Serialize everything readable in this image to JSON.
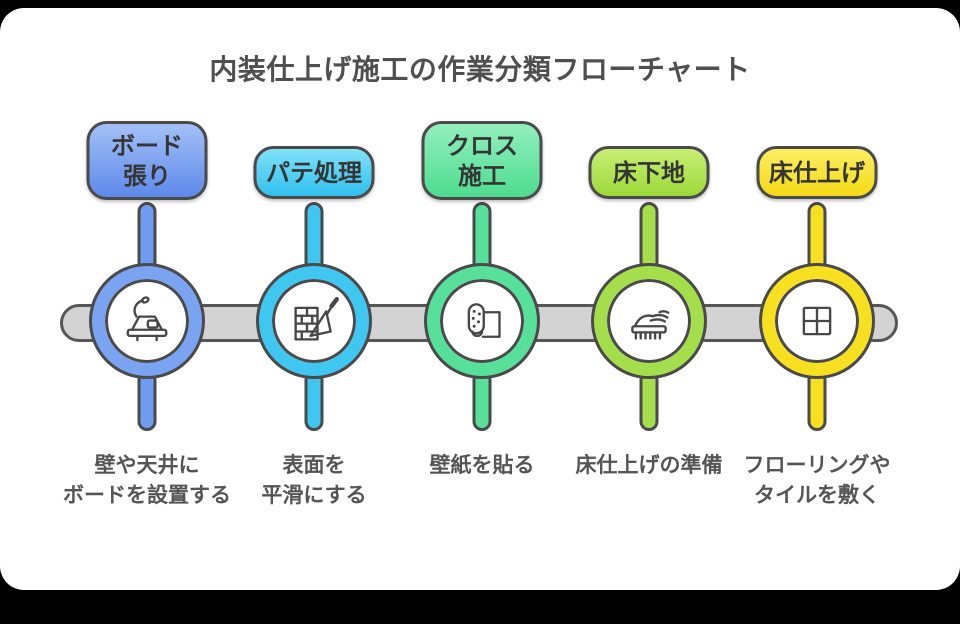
{
  "page": {
    "background": "#000000",
    "canvas_background": "#ffffff",
    "outline_color": "#4a4a4a"
  },
  "title": "内装仕上げ施工の作業分類フローチャート",
  "timeline": {
    "bar_color": "#d3d3d3",
    "bar_border_color": "#565656"
  },
  "nodes": [
    {
      "label": "ボード\n張り",
      "description": "壁や天井に\nボードを設置する",
      "icon": "board-install-icon",
      "colors": {
        "ring": "#7aa3f1",
        "pill_top": "#a3c0f6",
        "pill_bottom": "#5d89ea",
        "stem": "#6f9bf0"
      }
    },
    {
      "label": "パテ処理",
      "description": "表面を\n平滑にする",
      "icon": "putty-trowel-icon",
      "colors": {
        "ring": "#3fc6f1",
        "pill_top": "#82e1f8",
        "pill_bottom": "#2fc0ee",
        "stem": "#3fc6f1"
      }
    },
    {
      "label": "クロス\n施工",
      "description": "壁紙を貼る",
      "icon": "wallpaper-roll-icon",
      "colors": {
        "ring": "#56e09a",
        "pill_top": "#92efbe",
        "pill_bottom": "#4edc90",
        "stem": "#56e09a"
      }
    },
    {
      "label": "床下地",
      "description": "床仕上げの準備",
      "icon": "floor-leveling-icon",
      "colors": {
        "ring": "#a4df4b",
        "pill_top": "#c8ee76",
        "pill_bottom": "#9bd938",
        "stem": "#a4df4b"
      }
    },
    {
      "label": "床仕上げ",
      "description": "フローリングや\nタイルを敷く",
      "icon": "floor-tile-icon",
      "colors": {
        "ring": "#f7e01f",
        "pill_top": "#fcee62",
        "pill_bottom": "#f5da16",
        "stem": "#f7e01f"
      }
    }
  ]
}
